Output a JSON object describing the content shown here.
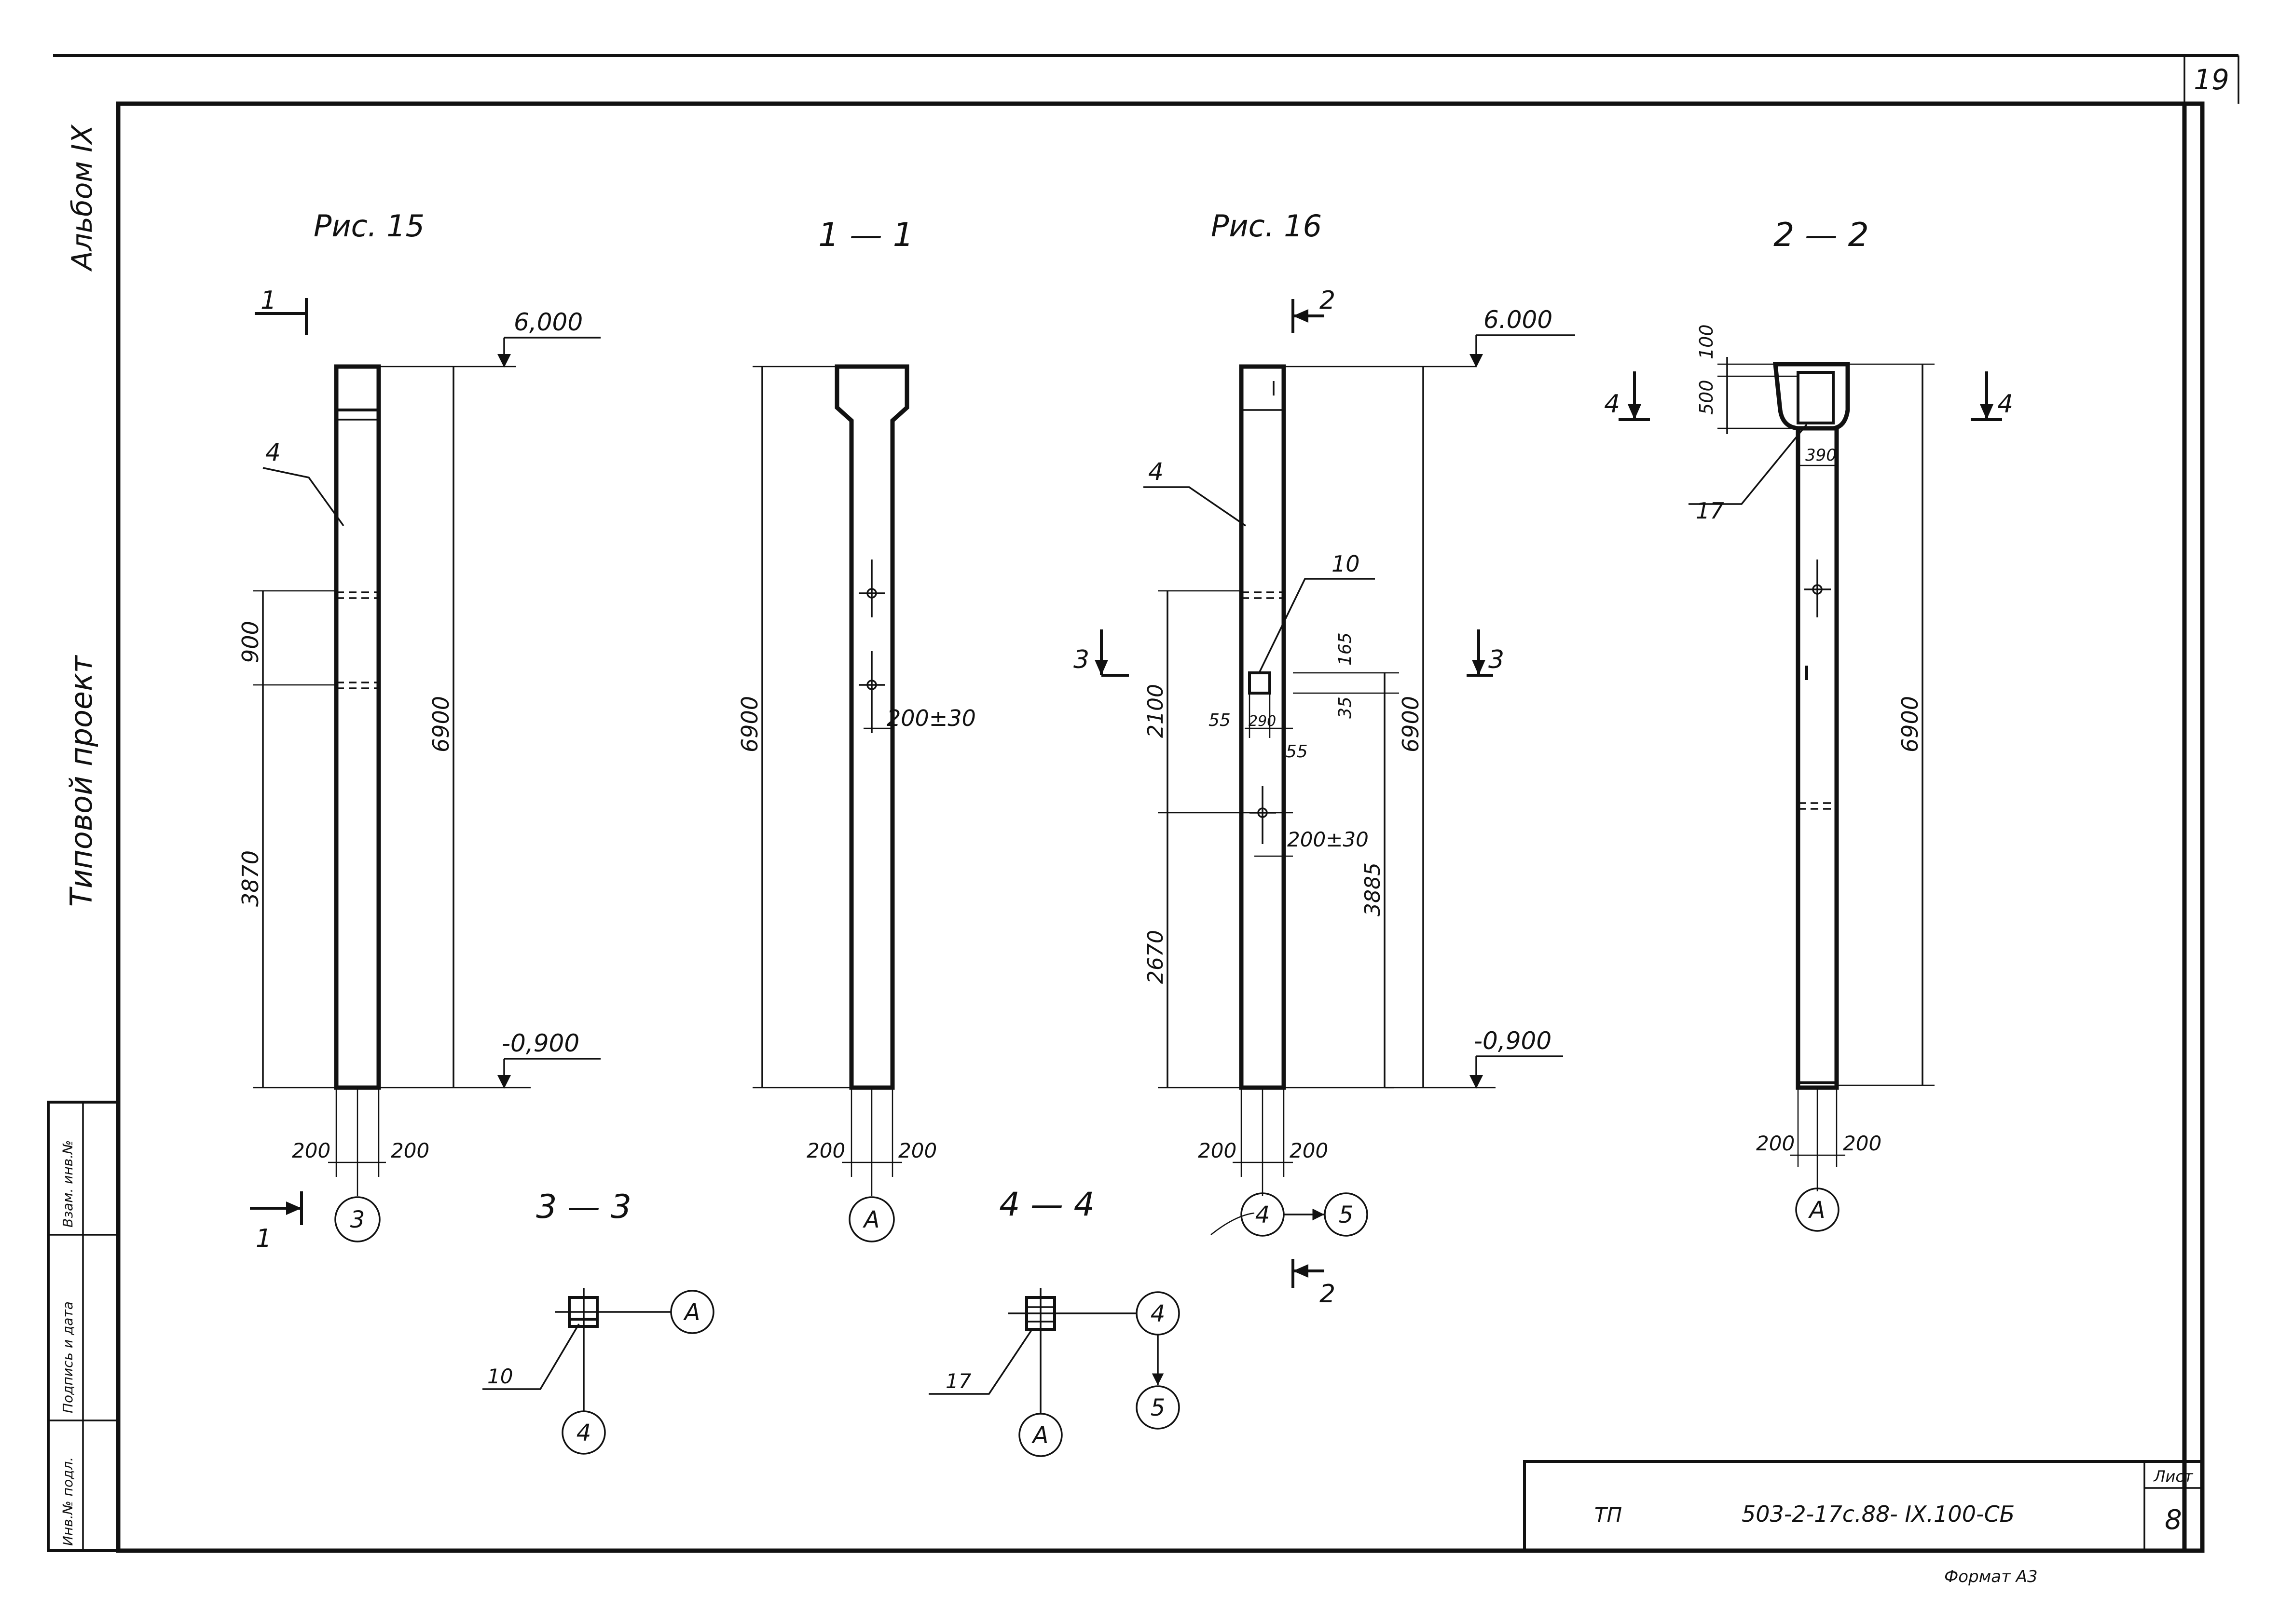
{
  "sheet": {
    "page_number": "19",
    "album_label": "Альбом IX",
    "project_type_label": "Типовой проект",
    "format_label": "Формат А3"
  },
  "stamp": {
    "column_labels": [
      "Инв.№ подл.",
      "Подпись и дата",
      "Взам. инв.№"
    ]
  },
  "title_block": {
    "prefix": "ТП",
    "code": "503-2-17с.88- IX.100-СБ",
    "sheet_label": "Лист",
    "sheet_number": "8"
  },
  "fig15": {
    "title": "Рис. 15",
    "section_mark": "1",
    "top_elevation": "6,000",
    "bottom_elevation": "-0,900",
    "part_number": "4",
    "dim_900": "900",
    "dim_3870": "3870",
    "dim_6900": "6900",
    "dim_200_left": "200",
    "dim_200_right": "200",
    "axis_label": "3"
  },
  "sec11": {
    "title": "1 — 1",
    "dim_6900": "6900",
    "dim_200_30": "200±30",
    "dim_200_left": "200",
    "dim_200_right": "200",
    "axis_label": "А"
  },
  "fig16": {
    "title": "Рис. 16",
    "section_mark_2": "2",
    "section_mark_3": "3",
    "top_elevation": "6.000",
    "bottom_elevation": "-0,900",
    "part_number": "4",
    "embed_number": "10",
    "dim_2100": "2100",
    "dim_2670": "2670",
    "dim_165": "165",
    "dim_35": "35",
    "dim_55_left": "55",
    "dim_290": "290",
    "dim_55_right": "55",
    "dim_200_30": "200±30",
    "dim_3885": "3885",
    "dim_6900": "6900",
    "dim_200_left": "200",
    "dim_200_right": "200",
    "axis_4": "4",
    "axis_5": "5"
  },
  "sec22": {
    "title": "2 — 2",
    "section_mark": "4",
    "dim_100": "100",
    "dim_500": "500",
    "dim_390": "390",
    "part_number": "17",
    "dim_6900": "6900",
    "dim_200_left": "200",
    "dim_200_right": "200",
    "axis_label": "А"
  },
  "sec33": {
    "title": "3 — 3",
    "part_number": "10",
    "axis_a": "А",
    "axis_4": "4"
  },
  "sec44": {
    "title": "4 — 4",
    "part_number": "17",
    "axis_a": "А",
    "axis_4": "4",
    "axis_5": "5"
  }
}
